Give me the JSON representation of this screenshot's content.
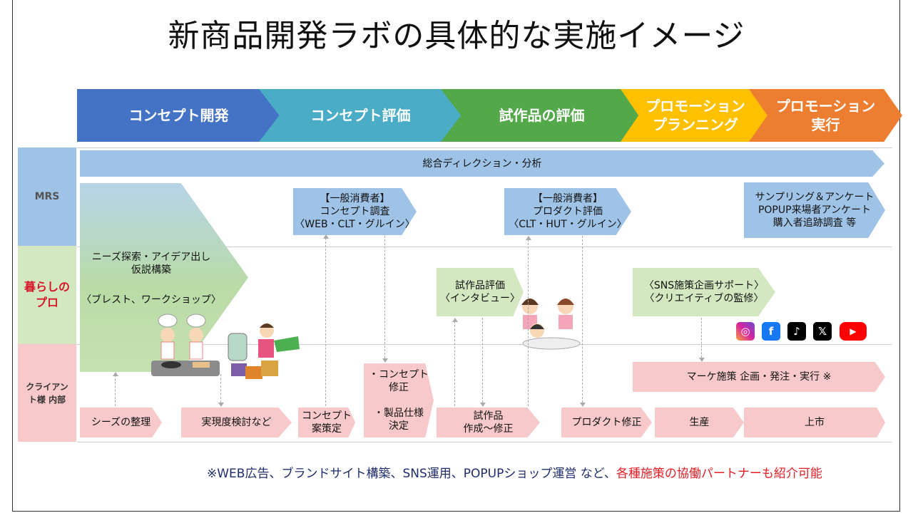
{
  "title": "新商品開発ラボの具体的な実施イメージ",
  "phases": [
    {
      "label": "コンセプト開発",
      "color": "#4472c4"
    },
    {
      "label": "コンセプト評価",
      "color": "#4bacc6"
    },
    {
      "label": "試作品の評価",
      "color": "#53a84a"
    },
    {
      "label": "プロモーション\nプランニング",
      "color": "#ffc000"
    },
    {
      "label": "プロモーション\n実行",
      "color": "#ed7d31"
    }
  ],
  "rows": {
    "mrs": "MRS",
    "kurashi": "暮らしの\nプロ",
    "client": "クライアン\nト様 内部"
  },
  "mrs": {
    "direction": "総合ディレクション・分析",
    "concept_survey": "【一般消費者】\nコンセプト調査\n〈WEB・CLT・グルイン〉",
    "product_eval": "【一般消費者】\nプロダクト評価\n〈CLT・HUT・グルイン〉",
    "sampling": "サンプリング＆アンケート\nPOPUP来場者アンケート\n購入者追跡調査 等"
  },
  "kurashi": {
    "needs": "ニーズ探索・アイデア出し\n仮説構築",
    "brainstorm": "〈ブレスト、ワークショップ〉",
    "prototype_eval": "試作品評価\n〈インタビュー〉",
    "sns_support": "〈SNS施策企画サポート〉\n〈クリエイティブの監修〉"
  },
  "client": {
    "seeds": "シーズの整理",
    "feasibility": "実現度検討など",
    "concept_draft": "コンセプト\n案策定",
    "revise": "・コンセプト\n修正\n\n・製品仕様\n決定",
    "prototype": "試作品\n作成～修正",
    "product_fix": "プロダクト修正",
    "production": "生産",
    "launch": "上市",
    "marketing": "マーケ施策 企画・発注・実行 ※"
  },
  "sns_icons": [
    {
      "name": "instagram-icon",
      "glyph": "◎",
      "color": "#d6249f"
    },
    {
      "name": "facebook-icon",
      "glyph": "f",
      "color": "#1877f2"
    },
    {
      "name": "tiktok-icon",
      "glyph": "♪",
      "color": "#000000"
    },
    {
      "name": "x-icon",
      "glyph": "𝕏",
      "color": "#000000"
    },
    {
      "name": "youtube-icon",
      "glyph": "▶",
      "color": "#ff0000"
    }
  ],
  "footnote": {
    "main": "※WEB広告、ブランドサイト構築、SNS運用、POPUPショップ運営 など、",
    "highlight": "各種施策の協働パートナーも紹介可能"
  }
}
